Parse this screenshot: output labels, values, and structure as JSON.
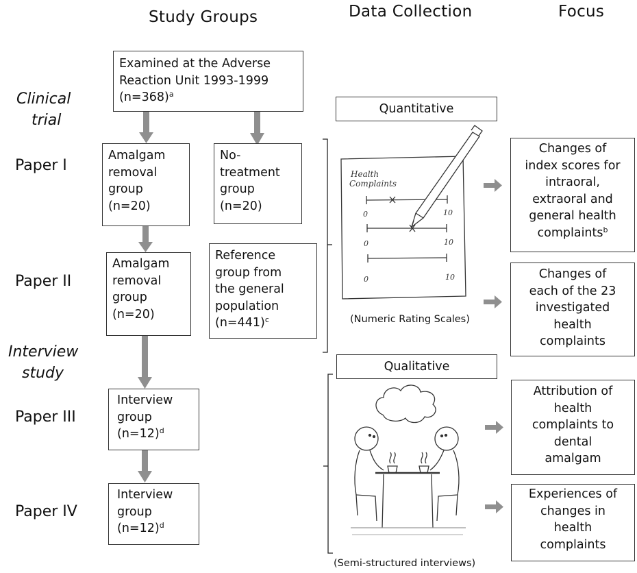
{
  "headers": {
    "study_groups": "Study Groups",
    "data_collection": "Data Collection",
    "focus": "Focus"
  },
  "row_labels": {
    "clinical_trial": [
      "Clinical",
      "trial"
    ],
    "paper1": "Paper I",
    "paper2": "Paper II",
    "interview_study": [
      "Interview",
      "study"
    ],
    "paper3": "Paper III",
    "paper4": "Paper IV"
  },
  "groups": {
    "examined": {
      "lines": [
        "Examined at the Adverse",
        "Reaction Unit 1993-1999",
        "(n=368)"
      ],
      "sup": "a"
    },
    "amalgam1": {
      "lines": [
        "Amalgam",
        "removal",
        "group",
        "(n=20)"
      ]
    },
    "notreat": {
      "lines": [
        "No-",
        "treatment",
        "group",
        "(n=20)"
      ]
    },
    "amalgam2": {
      "lines": [
        "Amalgam",
        "removal",
        "group",
        "(n=20)"
      ]
    },
    "reference": {
      "lines": [
        "Reference",
        "group from",
        "the general",
        "population",
        "(n=441)"
      ],
      "sup": "c"
    },
    "interview1": {
      "lines": [
        "Interview",
        "group",
        "(n=12)"
      ],
      "sup": "d"
    },
    "interview2": {
      "lines": [
        "Interview",
        "group",
        "(n=12)"
      ],
      "sup": "d"
    }
  },
  "data_collection": {
    "quantitative": "Quantitative",
    "qualitative": "Qualitative",
    "numeric_caption": "(Numeric Rating Scales)",
    "interview_caption": "(Semi-structured interviews)",
    "sketch_text": [
      "Health",
      "Complaints"
    ],
    "scale_min": "0",
    "scale_max": "10"
  },
  "focus": {
    "f1": {
      "lines": [
        "Changes of",
        "index scores for",
        "intraoral,",
        "extraoral and",
        "general health",
        "complaints"
      ],
      "sup": "b"
    },
    "f2": {
      "lines": [
        "Changes of",
        "each of the 23",
        "investigated",
        "health",
        "complaints"
      ]
    },
    "f3": {
      "lines": [
        "Attribution of",
        "health",
        "complaints to",
        "dental",
        "amalgam"
      ]
    },
    "f4": {
      "lines": [
        "Experiences of",
        "changes in",
        "health",
        "complaints"
      ]
    }
  },
  "colors": {
    "arrow": "#8f8f8f",
    "border": "#333333",
    "sketch": "#333333"
  }
}
